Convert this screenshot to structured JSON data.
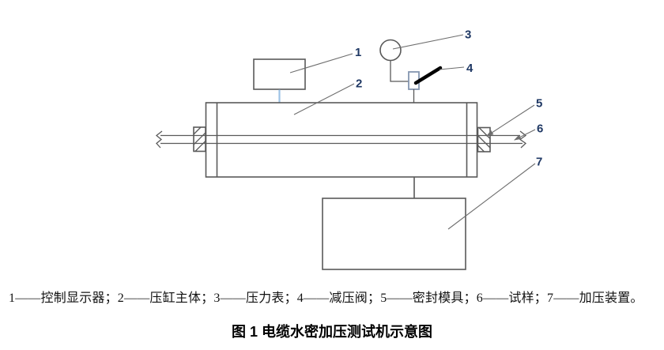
{
  "figure": {
    "legend": "1——控制显示器；2——压缸主体；3——压力表；4——减压阀；5——密封模具；6——试样；7——加压装置。",
    "caption": "图 1 电缆水密加压测试机示意图"
  },
  "diagram": {
    "type": "schematic",
    "title": "电缆水密加压测试机示意图",
    "callouts": [
      {
        "number": "1",
        "meaning": "控制显示器"
      },
      {
        "number": "2",
        "meaning": "压缸主体"
      },
      {
        "number": "3",
        "meaning": "压力表"
      },
      {
        "number": "4",
        "meaning": "减压阀"
      },
      {
        "number": "5",
        "meaning": "密封模具"
      },
      {
        "number": "6",
        "meaning": "试样"
      },
      {
        "number": "7",
        "meaning": "加压装置"
      }
    ],
    "colors": {
      "line": "#595959",
      "callout_text": "#1f3864",
      "display_connector": "#9dc3e6",
      "valve_outline": "#8496b0",
      "valve_handle": "#000000"
    }
  }
}
